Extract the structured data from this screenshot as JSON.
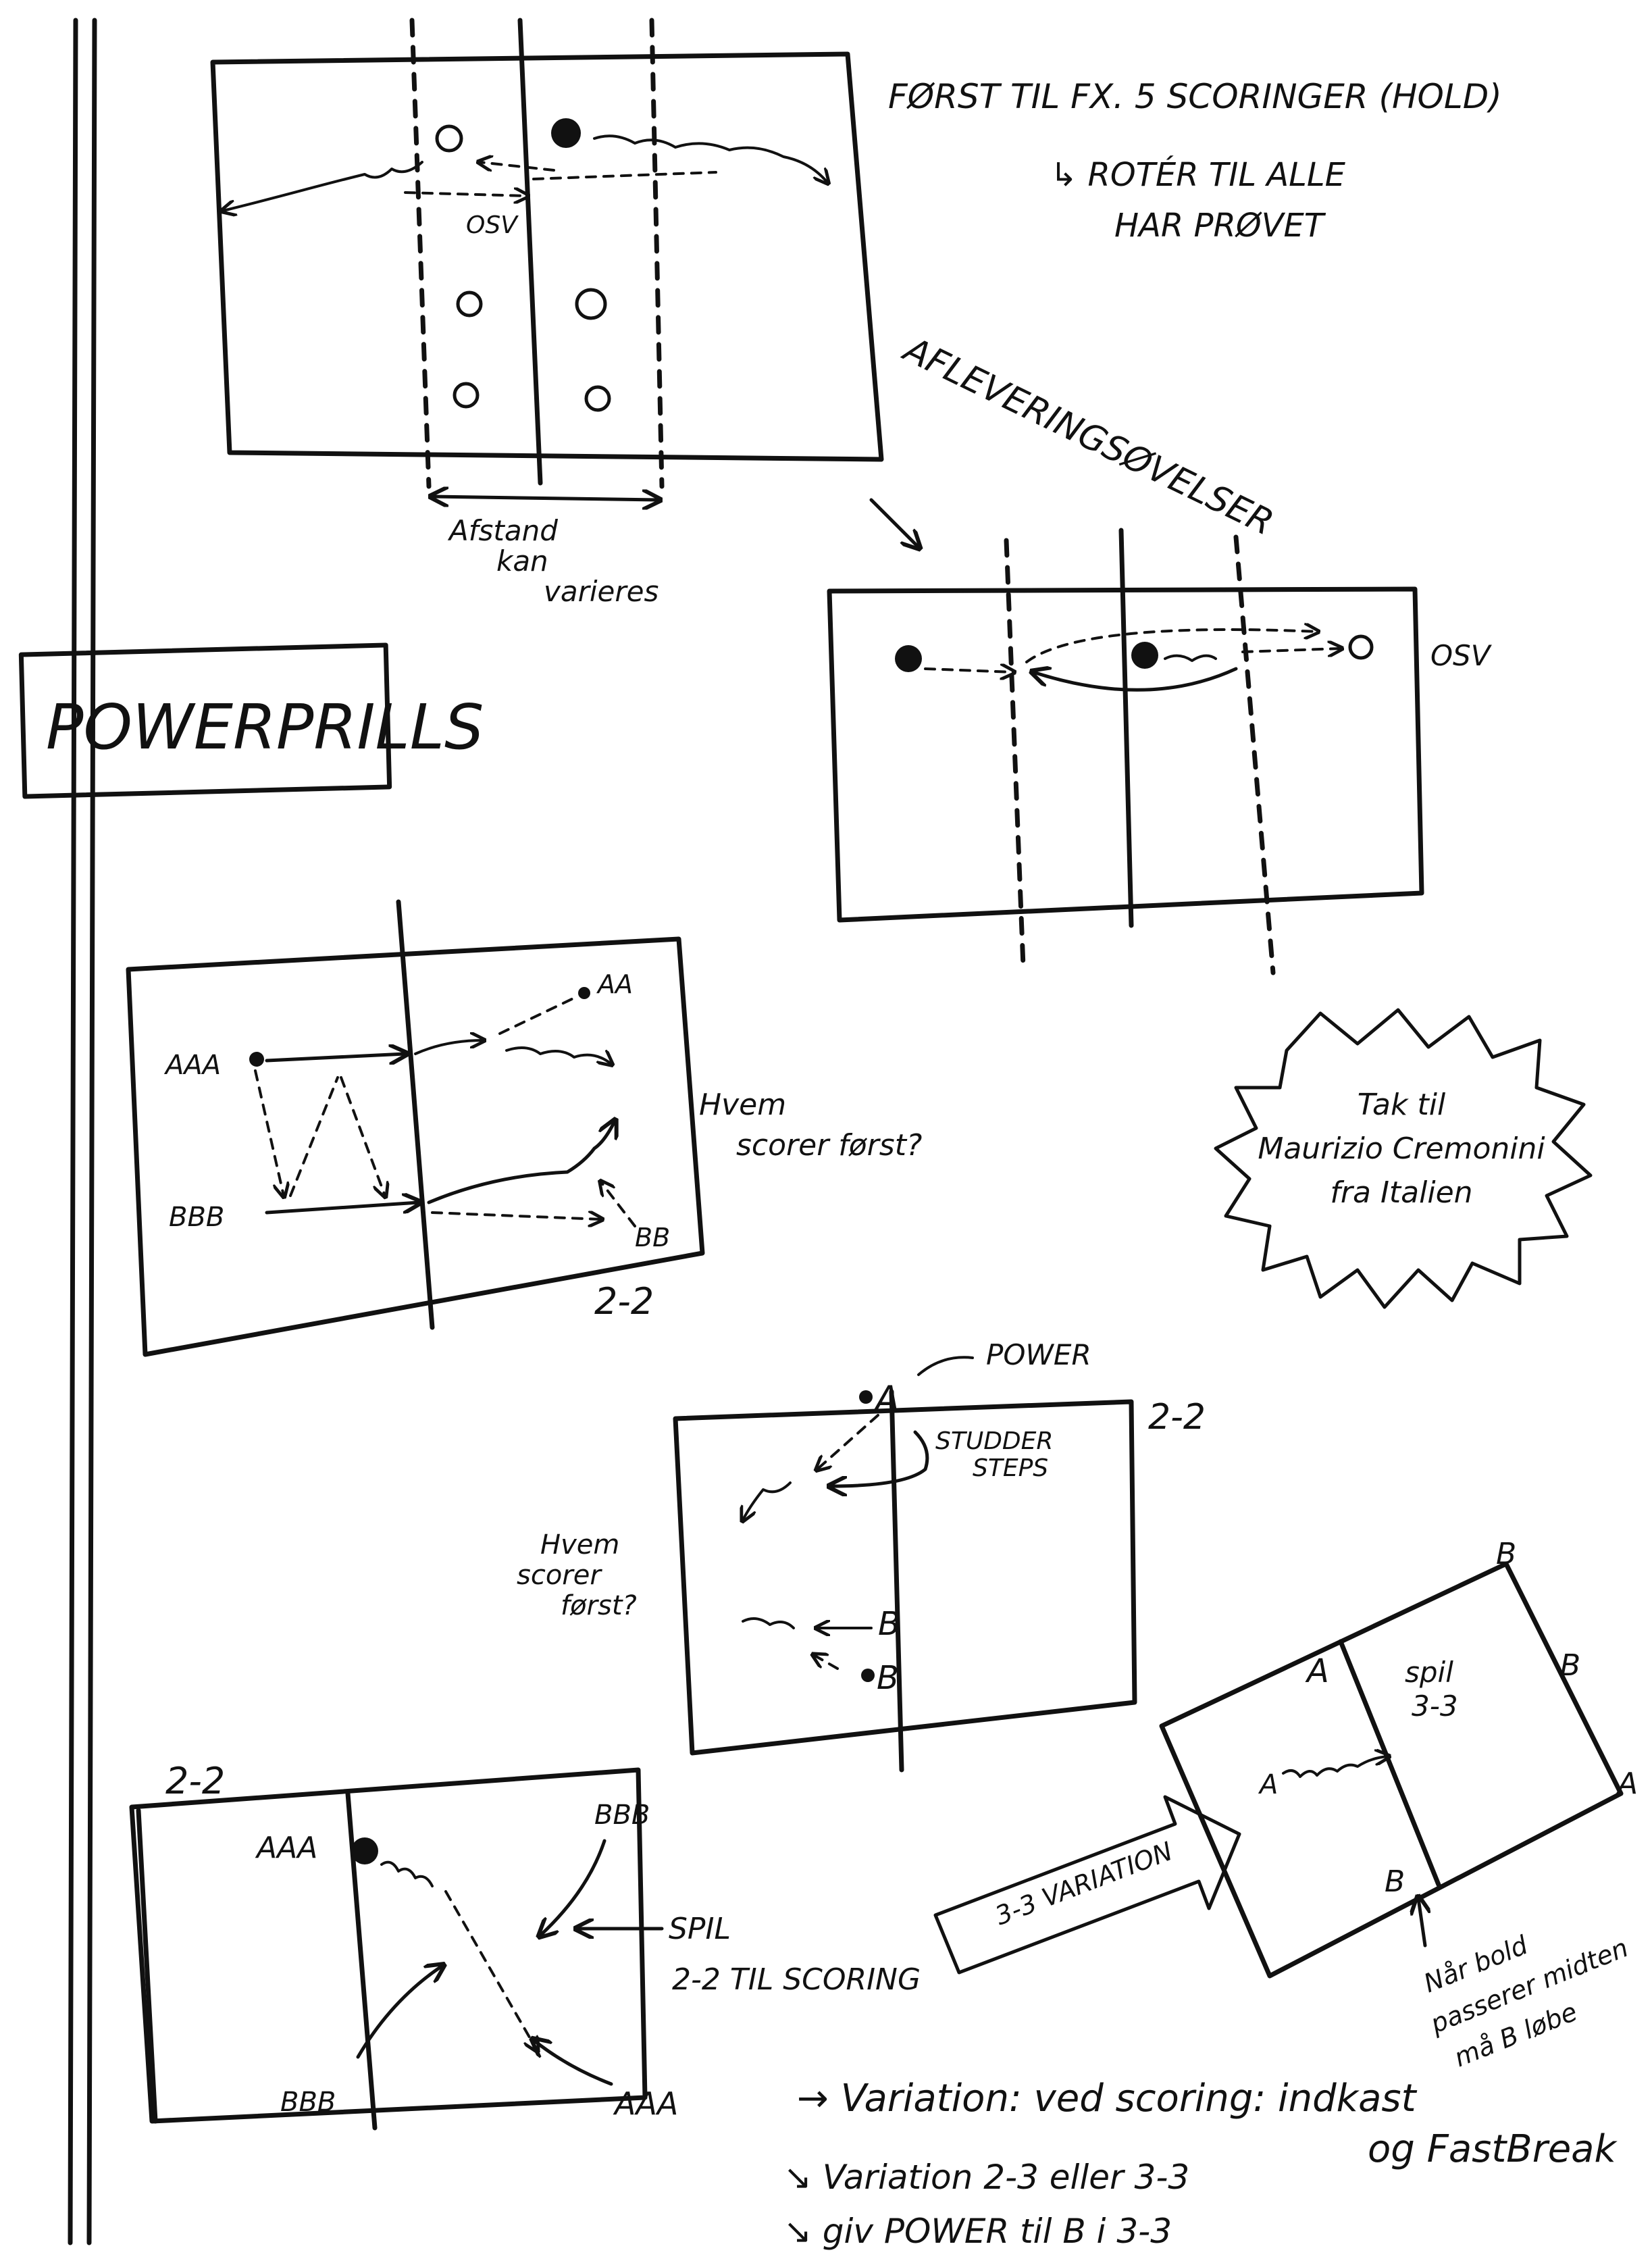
{
  "title": "POWERPRILLS",
  "drill1": {
    "note_line1": "FØRST TIL FX. 5 SCORINGER (HOLD)",
    "note_line2": "↳ ROTÉR TIL ALLE",
    "note_line3": "HAR PRØVET",
    "osv": "OSV",
    "distance_line1": "Afstand",
    "distance_line2": "kan",
    "distance_line3": "varieres"
  },
  "drill2": {
    "heading": "AFLEVERINGSØVELSER",
    "osv": "OSV"
  },
  "thanks": {
    "line1": "Tak til",
    "line2": "Maurizio Cremonini",
    "line3": "fra Italien"
  },
  "drill3": {
    "team_a": "AAA",
    "team_b": "BBB",
    "end_a": "AA",
    "end_b": "BB",
    "format": "2-2",
    "question_line1": "Hvem",
    "question_line2": "scorer først?"
  },
  "drill4": {
    "power": "POWER",
    "player_a": "A",
    "player_b1": "B",
    "player_b2": "B",
    "format": "2-2",
    "studder_line1": "STUDDER",
    "studder_line2": "STEPS",
    "question_line1": "Hvem",
    "question_line2": "scorer",
    "question_line3": "først?"
  },
  "drill5": {
    "format": "2-2",
    "team_a_top": "AAA",
    "team_b_top": "BBB",
    "team_b_bottom": "BBB",
    "team_a_bottom": "AAA",
    "play_line1": "SPIL",
    "play_line2": "2-2 TIL SCORING"
  },
  "variation_arrow": "3-3 VARIATION",
  "drill6": {
    "a_top": "A",
    "b_top": "B",
    "b_right": "B",
    "a_right": "A",
    "a_left": "A",
    "b_bottom": "B",
    "play_line1": "spil",
    "play_line2": "3-3",
    "note_line1": "Når bold",
    "note_line2": "passerer midten",
    "note_line3": "må B løbe"
  },
  "variations": [
    "→ Variation: ved scoring: indkast",
    "og FastBreak",
    "↘ Variation 2-3 eller 3-3",
    "↘ giv POWER til B i 3-3"
  ]
}
